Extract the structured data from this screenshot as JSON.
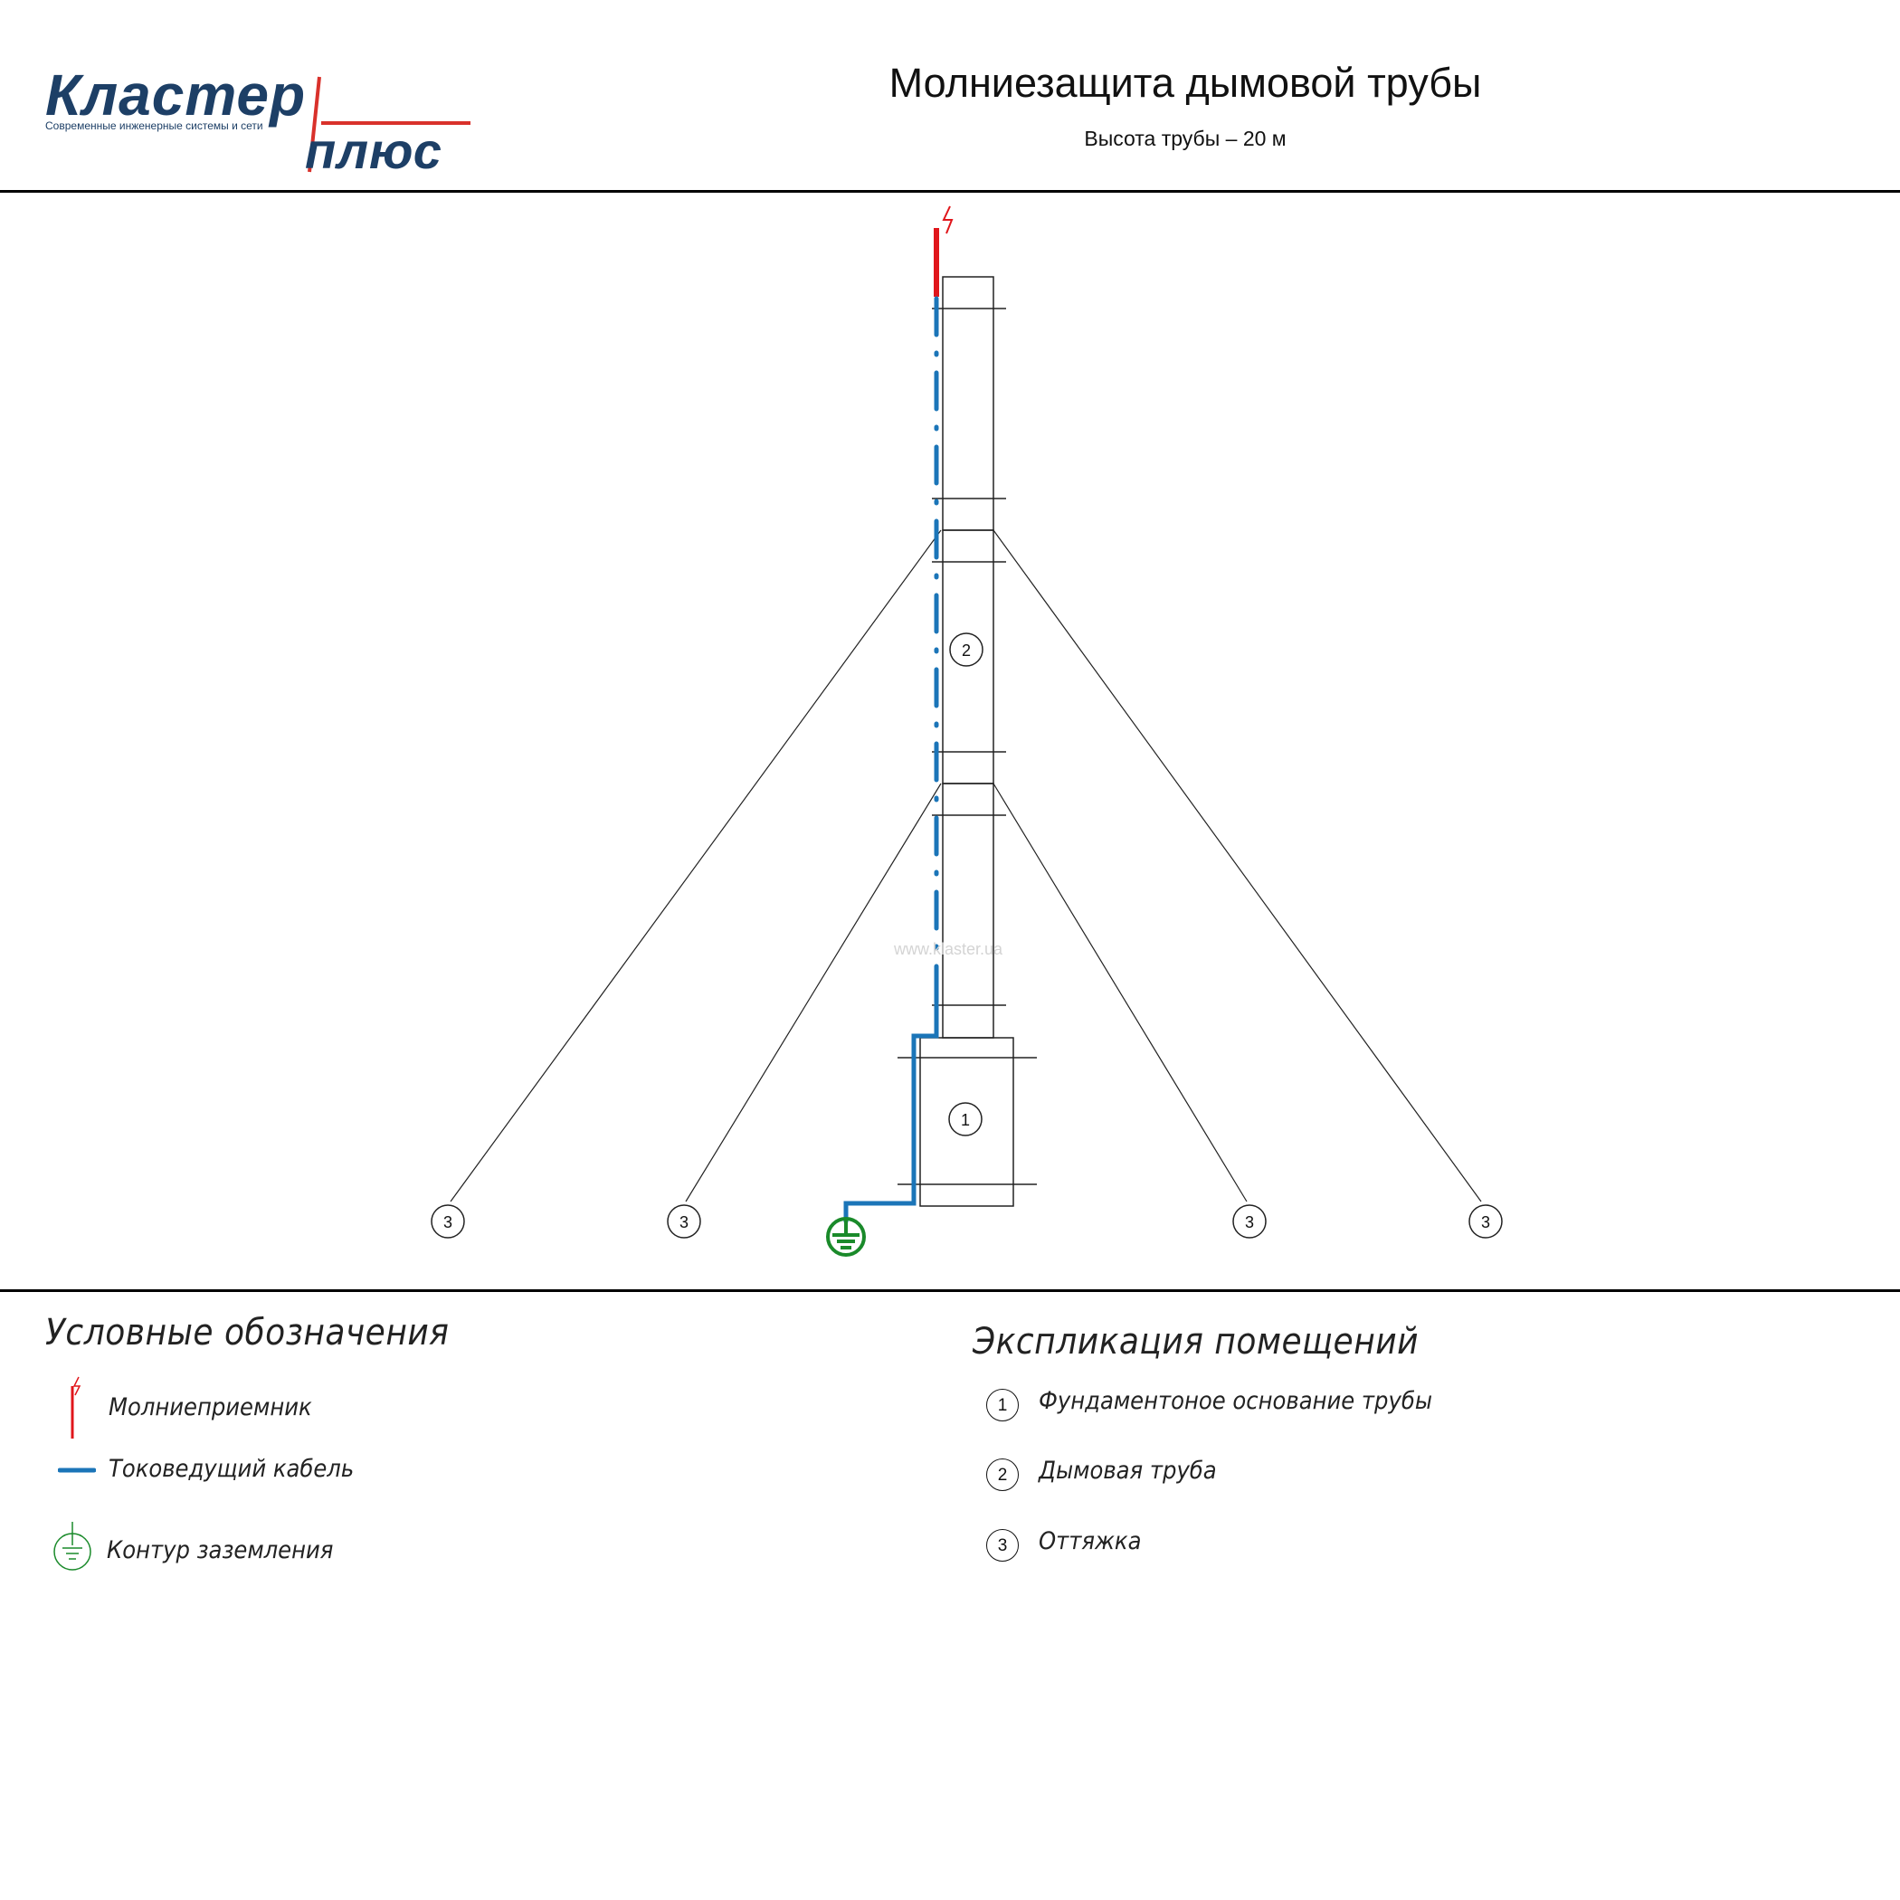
{
  "header": {
    "logo": {
      "word1": "Кластер",
      "word2": "плюс",
      "tagline": "Современные инженерные системы и сети"
    },
    "title": "Молниезащита дымовой трубы",
    "subtitle": "Высота трубы – 20 м"
  },
  "drawing": {
    "watermark": "www.klaster.ua",
    "labels": {
      "foundation": "1",
      "chimney": "2",
      "guy_wire": "3"
    }
  },
  "legend": {
    "title": "Условные обозначения",
    "items": [
      {
        "icon": "lightning-rod-icon",
        "label": "Молниеприемник"
      },
      {
        "icon": "down-conductor-icon",
        "label": "Токоведущий кабель"
      },
      {
        "icon": "ground-icon",
        "label": "Контур заземления"
      }
    ]
  },
  "explication": {
    "title": "Экспликация помещений",
    "items": [
      {
        "num": "1",
        "label": "Фундаментоное основание трубы"
      },
      {
        "num": "2",
        "label": "Дымовая труба"
      },
      {
        "num": "3",
        "label": "Оттяжка"
      }
    ]
  },
  "colors": {
    "rod": "#e0161b",
    "cable": "#1b75b8",
    "ground": "#1a8a2a",
    "logo_blue": "#1d3f66",
    "logo_red": "#d9312b"
  }
}
